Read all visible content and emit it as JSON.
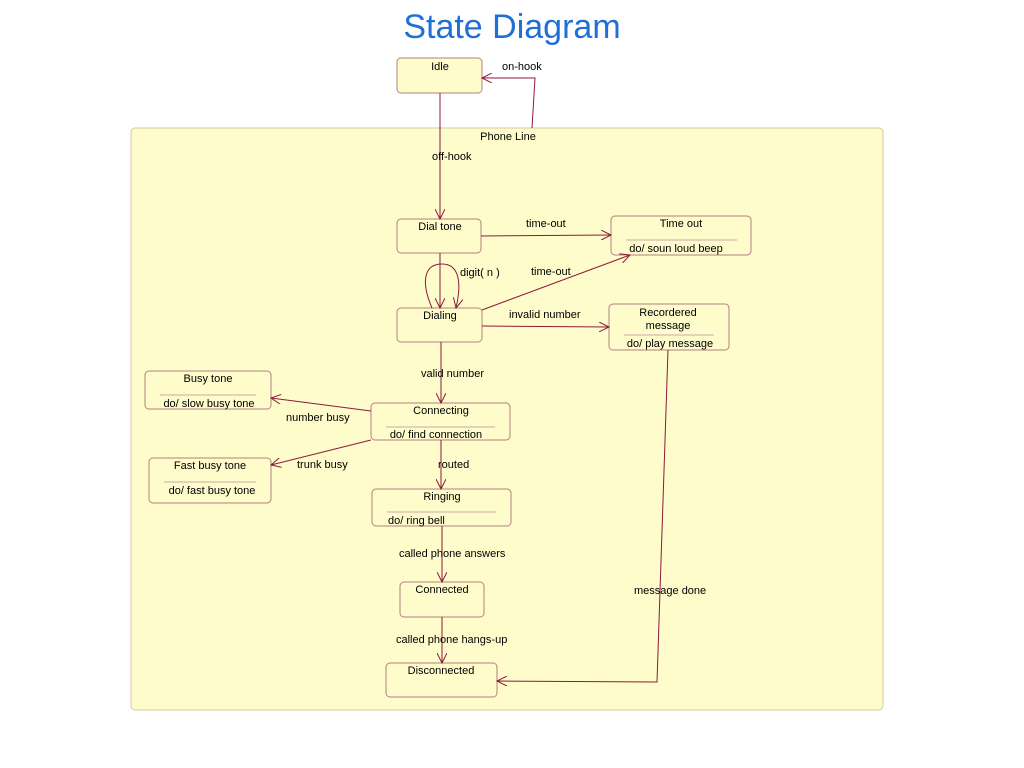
{
  "title": "State Diagram",
  "region": {
    "label": "Phone Line"
  },
  "colors": {
    "title": "#1f6fd9",
    "fill": "#fffccc",
    "border": "#b37f7f",
    "arrow": "#8b1a3a"
  },
  "states": {
    "idle": {
      "name": "Idle"
    },
    "dial_tone": {
      "name": "Dial tone"
    },
    "time_out": {
      "name": "Time out",
      "activity": "do/ soun loud beep"
    },
    "dialing": {
      "name": "Dialing"
    },
    "recorded_message": {
      "name_line1": "Recordered",
      "name_line2": "message",
      "activity": "do/ play message"
    },
    "busy_tone": {
      "name": "Busy tone",
      "activity": "do/ slow busy tone"
    },
    "connecting": {
      "name": "Connecting",
      "activity": "do/ find connection"
    },
    "fast_busy_tone": {
      "name": "Fast busy tone",
      "activity": "do/ fast busy tone"
    },
    "ringing": {
      "name": "Ringing",
      "activity": "do/ ring bell"
    },
    "connected": {
      "name": "Connected"
    },
    "disconnected": {
      "name": "Disconnected"
    }
  },
  "transitions": {
    "on_hook": "on-hook",
    "off_hook": "off-hook",
    "time_out_1": "time-out",
    "time_out_2": "time-out",
    "digit": "digit( n )",
    "invalid_number": "invalid number",
    "valid_number": "valid number",
    "number_busy": "number busy",
    "trunk_busy": "trunk busy",
    "routed": "routed",
    "called_phone_answers": "called phone answers",
    "called_phone_hangs_up": "called phone hangs-up",
    "message_done": "message done"
  }
}
